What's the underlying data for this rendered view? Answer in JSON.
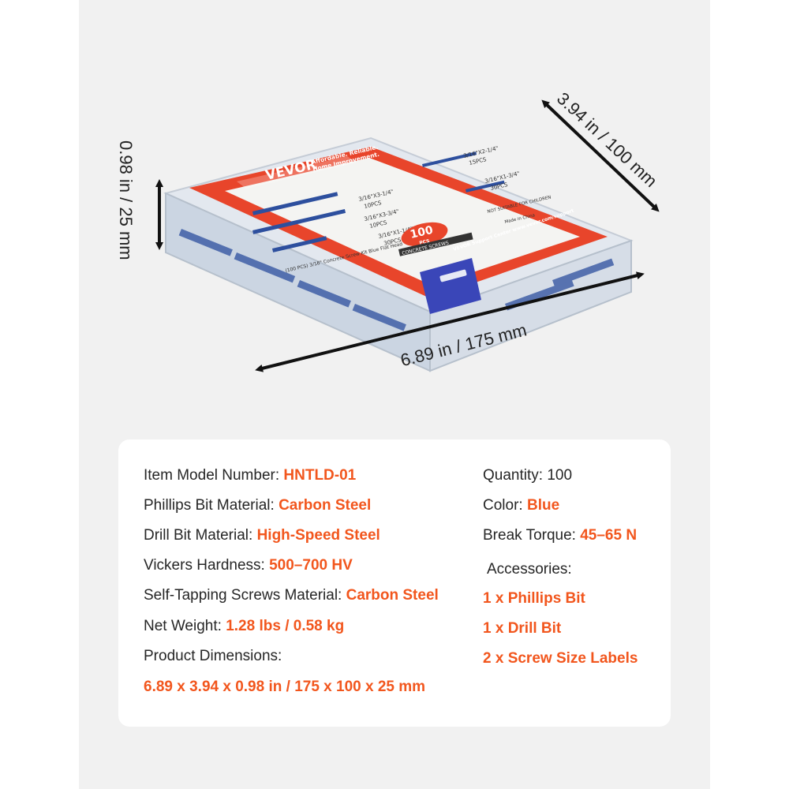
{
  "dimensions": {
    "height_label": "0.98 in / 25 mm",
    "depth_label": "3.94 in / 100 mm",
    "length_label": "6.89 in / 175 mm"
  },
  "product_label": {
    "brand": "VEVOR",
    "tagline_1": "Affordable. Reliable.",
    "tagline_2": "Home Improvement.",
    "sizes": [
      {
        "size": "3/16\"X3-1/4\"",
        "count": "10PCS"
      },
      {
        "size": "3/16\"X3-3/4\"",
        "count": "10PCS"
      },
      {
        "size": "3/16\"X1-1/4\"",
        "count": "30PCS"
      },
      {
        "size": "3/16\"X2-1/4\"",
        "count": "15PCS"
      },
      {
        "size": "3/16\"X1-3/4\"",
        "count": "30PCS"
      }
    ],
    "quantity_badge": "100",
    "quantity_unit": "PCS",
    "product_type": "CONCRETE SCREWS",
    "description": "(100 PCS) 3/16\" Concrete Screw Kit Blue Flat Head",
    "support": "VEVOR Support Center  www.vevor.com/support",
    "warning_1": "NOT SUITABLE FOR CHILDREN",
    "warning_2": "Made in China"
  },
  "specs": {
    "model_label": "Item Model Number: ",
    "model_value": "HNTLD-01",
    "phillips_label": "Phillips Bit Material:  ",
    "phillips_value": "Carbon Steel",
    "drill_label": "Drill Bit Material: ",
    "drill_value": "High-Speed Steel",
    "hardness_label": "Vickers Hardness: ",
    "hardness_value": "500–700 HV",
    "screws_label": "Self-Tapping Screws Material:  ",
    "screws_value": "Carbon Steel",
    "weight_label": "Net Weight: ",
    "weight_value": "1.28 lbs / 0.58 kg",
    "dimensions_label": "Product Dimensions:",
    "dimensions_value": "6.89 x 3.94 x 0.98 in / 175 x 100 x 25 mm",
    "quantity_label": "Quantity: 100",
    "color_label": "Color: ",
    "color_value": "Blue",
    "torque_label": "Break Torque: ",
    "torque_value": "45–65 N",
    "accessories_label": "Accessories:",
    "accessories": [
      "1 x Phillips Bit",
      "1 x Drill Bit",
      "2 x Screw Size Labels"
    ]
  },
  "colors": {
    "accent": "#f2561d",
    "label_red": "#e8452b",
    "screw_blue": "#2d4f9e",
    "latch_blue": "#3a46b8"
  }
}
